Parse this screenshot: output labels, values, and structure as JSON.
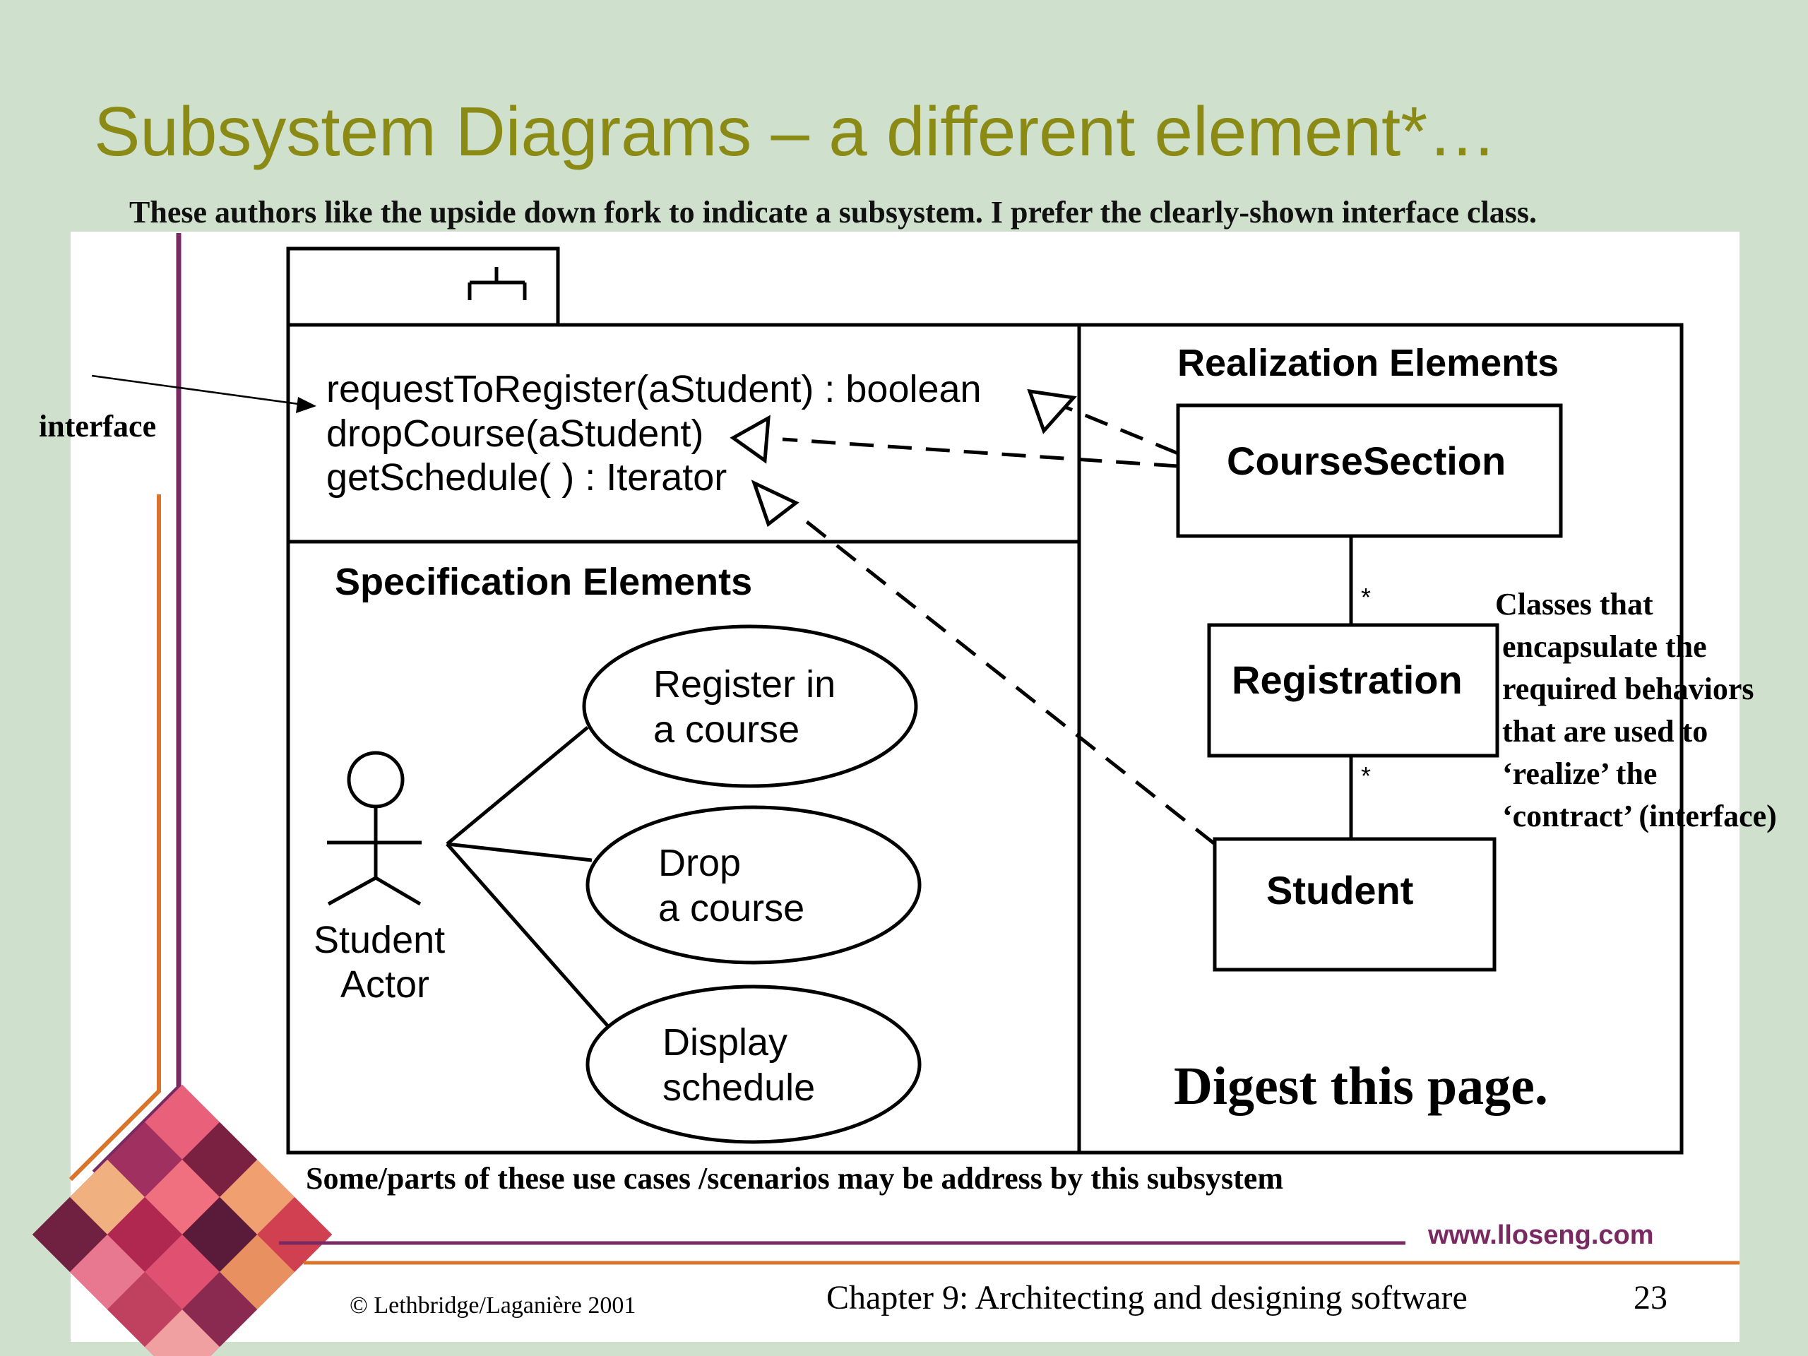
{
  "slide": {
    "title": "Subsystem Diagrams – a different element*…",
    "subtitle": "These authors like the upside down fork to indicate a subsystem.  I prefer the clearly-shown interface class."
  },
  "diagram": {
    "interface_label": "interface",
    "operations": [
      "requestToRegister(aStudent) : boolean",
      "dropCourse(aStudent)",
      "getSchedule( ) : Iterator"
    ],
    "specification_heading": "Specification Elements",
    "realization_heading": "Realization Elements",
    "actor": {
      "line1": "Student",
      "line2": "Actor"
    },
    "use_cases": [
      {
        "line1": "Register in",
        "line2": "a course"
      },
      {
        "line1": "Drop",
        "line2": "a course"
      },
      {
        "line1": "Display",
        "line2": "schedule"
      }
    ],
    "classes": [
      "CourseSection",
      "Registration",
      "Student"
    ],
    "multiplicities": [
      "*",
      "*"
    ],
    "note_lines": [
      "Classes that",
      "encapsulate the",
      "required behaviors",
      "that are used to",
      "‘realize’ the",
      "‘contract’ (interface)"
    ],
    "digest": "Digest this page.",
    "bottom_caption": "Some/parts of these use cases /scenarios may be address by this subsystem"
  },
  "footer": {
    "website": "www.lloseng.com",
    "copyright": "© Lethbridge/Laganière 2001",
    "chapter": "Chapter 9: Architecting and designing software",
    "page_number": "23"
  },
  "colors": {
    "background": "#cfe0cd",
    "title": "#8a8a14",
    "accent_purple": "#7a2a62",
    "accent_orange": "#d9742a"
  }
}
